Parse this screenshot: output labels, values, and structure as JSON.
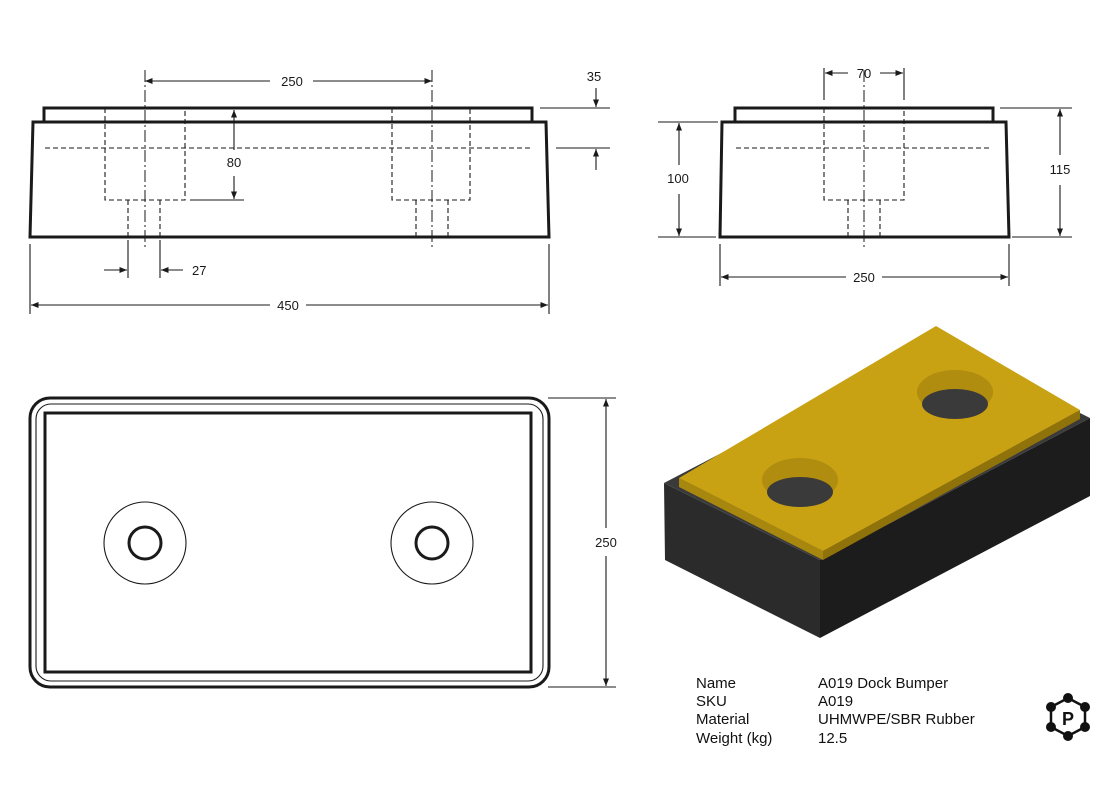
{
  "dimensions": {
    "front_hole_spacing": "250",
    "front_plate_thickness": "35",
    "front_counterbore_depth": "80",
    "front_hole_width": "27",
    "front_total_length": "450",
    "side_counterbore_diameter": "70",
    "side_body_height": "100",
    "side_total_height": "115",
    "side_width": "250",
    "top_width": "250"
  },
  "specs": [
    {
      "label": "Name",
      "value": "A019 Dock Bumper"
    },
    {
      "label": "SKU",
      "value": "A019"
    },
    {
      "label": "Material",
      "value": "UHMWPE/SBR Rubber"
    },
    {
      "label": "Weight (kg)",
      "value": "12.5"
    }
  ],
  "logo": {
    "letter": "P"
  },
  "colors": {
    "plate_top": "#c9a214",
    "plate_side_front": "#a8870e",
    "plate_side_right": "#8f720a",
    "rubber_front": "#2b2b2b",
    "rubber_right": "#1c1c1c",
    "line": "#1a1a1a"
  }
}
